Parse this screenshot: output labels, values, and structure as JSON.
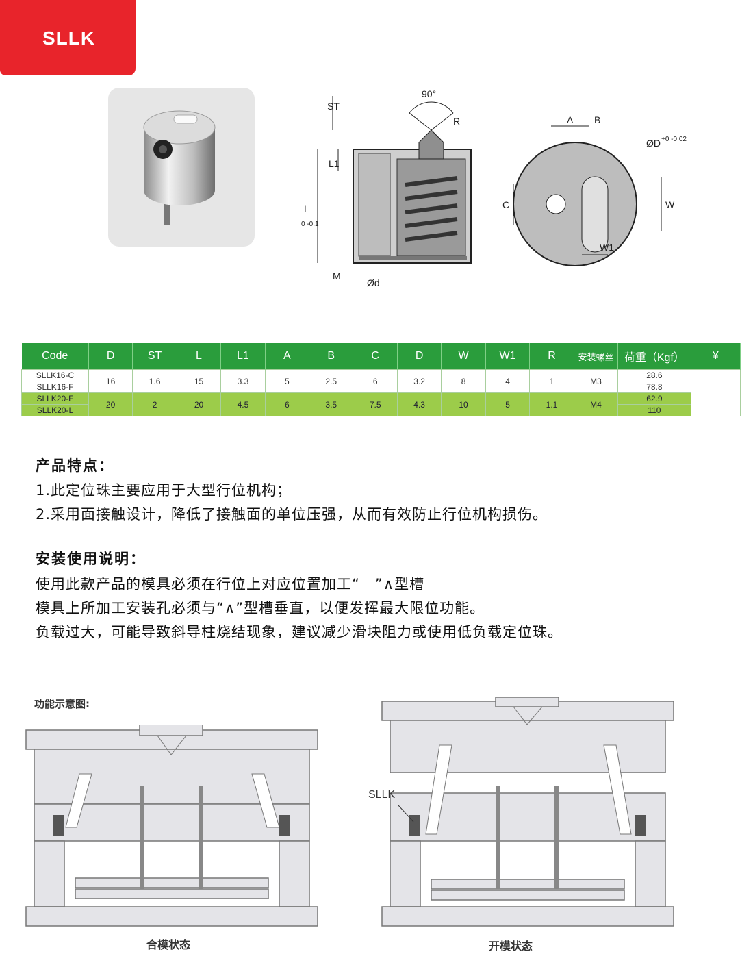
{
  "header": {
    "tag": "SLLK"
  },
  "drawing": {
    "angle": "90°",
    "st": "ST",
    "r": "R",
    "l1": "L1",
    "l": "L",
    "l_tol": "0 -0.1",
    "m": "M",
    "phi_d": "Ød",
    "a": "A",
    "b": "B",
    "c": "C",
    "w": "W",
    "w1": "W1",
    "od": "ØD",
    "od_tol": "+0 -0.02"
  },
  "table": {
    "headers": [
      "Code",
      "D",
      "ST",
      "L",
      "L1",
      "A",
      "B",
      "C",
      "D",
      "W",
      "W1",
      "R",
      "安装螺丝",
      "荷重（Kgf）",
      "¥"
    ],
    "groups": [
      {
        "codes": [
          "SLLK16-C",
          "SLLK16-F"
        ],
        "values": [
          "16",
          "1.6",
          "15",
          "3.3",
          "5",
          "2.5",
          "6",
          "3.2",
          "8",
          "4",
          "1",
          "M3"
        ],
        "loads": [
          "28.6",
          "78.8"
        ]
      },
      {
        "codes": [
          "SLLK20-F",
          "SLLK20-L"
        ],
        "values": [
          "20",
          "2",
          "20",
          "4.5",
          "6",
          "3.5",
          "7.5",
          "4.3",
          "10",
          "5",
          "1.1",
          "M4"
        ],
        "loads": [
          "62.9",
          "110"
        ]
      }
    ]
  },
  "features": {
    "title": "产品特点：",
    "lines": [
      "1.此定位珠主要应用于大型行位机构；",
      "2.采用面接触设计，降低了接触面的单位压强，从而有效防止行位机构损伤。"
    ]
  },
  "install": {
    "title": "安装使用说明：",
    "lines": [
      "使用此款产品的模具必须在行位上对应位置加工“　”∧型槽",
      "模具上所加工安装孔必须与“∧”型槽垂直，以便发挥最大限位功能。",
      "负载过大，可能导致斜导柱烧结现象，建议减少滑块阻力或使用低负载定位珠。"
    ]
  },
  "diagram": {
    "title": "功能示意图:",
    "sllk_label": "SLLK",
    "closed_caption": "合模状态",
    "open_caption": "开模状态"
  },
  "colors": {
    "tag_red": "#e8242b",
    "header_green": "#2a9d3c",
    "row_lime": "#9ccc4a"
  }
}
